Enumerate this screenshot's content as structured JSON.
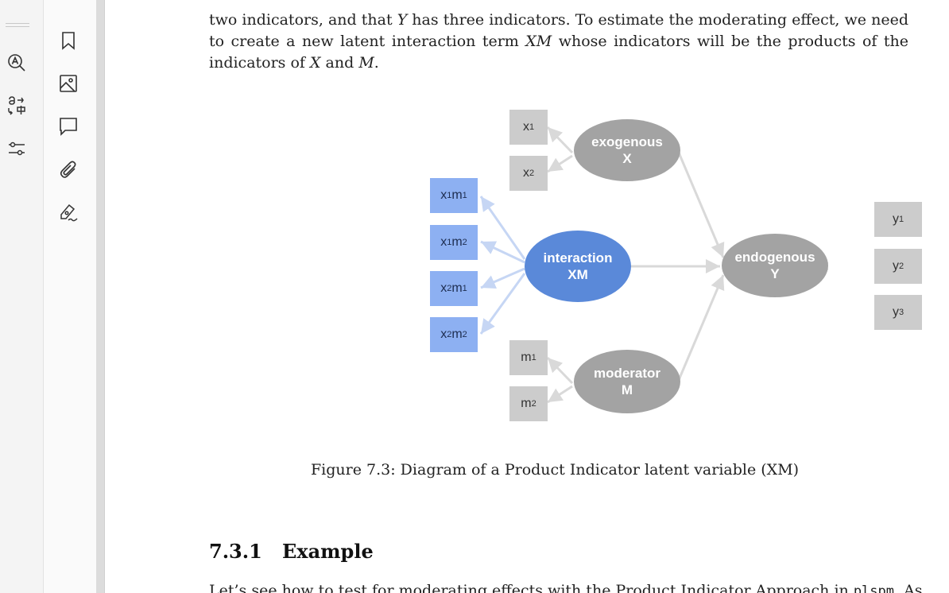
{
  "sidebar_left": {
    "icons": [
      "search-text-icon",
      "translate-icon",
      "adjust-sliders-icon"
    ]
  },
  "sidebar_right": {
    "icons": [
      "bookmark-icon",
      "image-icon",
      "comment-icon",
      "attachment-icon",
      "sign-icon"
    ]
  },
  "document": {
    "intro_paragraph": {
      "segments": [
        {
          "t": "two indicators, and that "
        },
        {
          "t": "Y",
          "it": true
        },
        {
          "t": " has three indicators. To estimate the moderating effect, we need to create a new latent interaction term "
        },
        {
          "t": "XM",
          "it": true
        },
        {
          "t": " whose indicators will be the products of the indicators of "
        },
        {
          "t": "X",
          "it": true
        },
        {
          "t": " and "
        },
        {
          "t": "M",
          "it": true
        },
        {
          "t": "."
        }
      ]
    },
    "figure": {
      "nodes": {
        "x1": {
          "main": "x",
          "sub": "1"
        },
        "x2": {
          "main": "x",
          "sub": "2"
        },
        "exogenous": {
          "line1": "exogenous",
          "line2": "X"
        },
        "x1m1": {
          "a": "x",
          "as": "1",
          "b": "m",
          "bs": "1"
        },
        "x1m2": {
          "a": "x",
          "as": "1",
          "b": "m",
          "bs": "2"
        },
        "x2m1": {
          "a": "x",
          "as": "2",
          "b": "m",
          "bs": "1"
        },
        "x2m2": {
          "a": "x",
          "as": "2",
          "b": "m",
          "bs": "2"
        },
        "interaction": {
          "line1": "interaction",
          "line2": "XM"
        },
        "endogenous": {
          "line1": "endogenous",
          "line2": "Y"
        },
        "y1": {
          "main": "y",
          "sub": "1"
        },
        "y2": {
          "main": "y",
          "sub": "2"
        },
        "y3": {
          "main": "y",
          "sub": "3"
        },
        "m1": {
          "main": "m",
          "sub": "1"
        },
        "m2": {
          "main": "m",
          "sub": "2"
        },
        "moderator": {
          "line1": "moderator",
          "line2": "M"
        }
      },
      "colors": {
        "indicator_gray": "#cccccc",
        "latent_gray": "#a3a3a3",
        "indicator_blue": "#8db0f2",
        "latent_blue": "#5a89d9",
        "arrow_gray": "#d9d9d9",
        "arrow_blue": "#c6d6f4"
      }
    },
    "caption": "Figure 7.3: Diagram of a Product Indicator latent variable (XM)",
    "section": {
      "number": "7.3.1",
      "title": "Example"
    },
    "next_paragraph": {
      "text": "Let’s see how to test for moderating effects with the Product Indicator Approach in ",
      "code": "plspm",
      "after": ". As"
    }
  }
}
